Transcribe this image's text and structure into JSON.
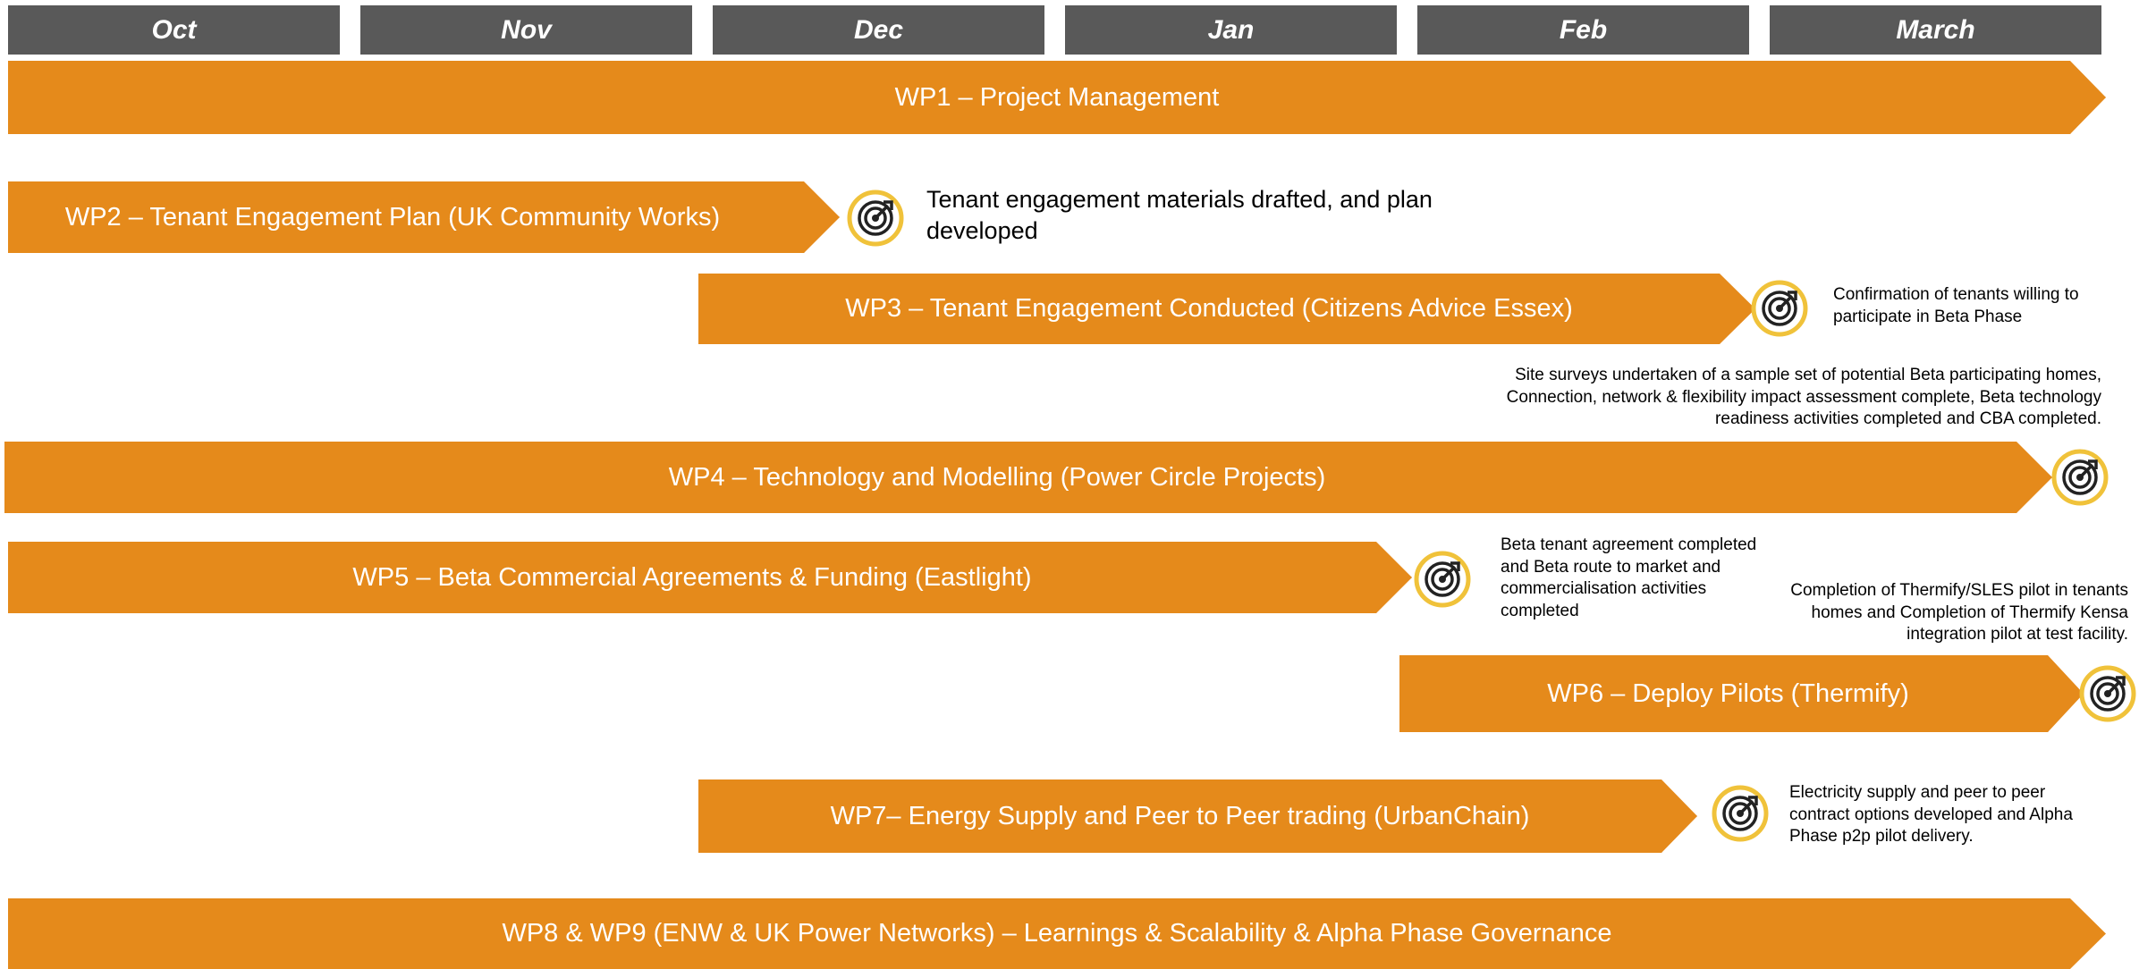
{
  "months": [
    "Oct",
    "Nov",
    "Dec",
    "Jan",
    "Feb",
    "March"
  ],
  "work_packages": {
    "wp1": "WP1 – Project Management",
    "wp2": "WP2 – Tenant Engagement Plan (UK Community Works)",
    "wp3": "WP3 – Tenant Engagement Conducted (Citizens Advice Essex)",
    "wp4": "WP4 – Technology and Modelling (Power Circle Projects)",
    "wp5": "WP5 – Beta Commercial Agreements & Funding (Eastlight)",
    "wp6": "WP6 – Deploy Pilots (Thermify)",
    "wp7": "WP7– Energy Supply and Peer to Peer trading (UrbanChain)",
    "wp8": "WP8 & WP9 (ENW & UK Power Networks) – Learnings & Scalability & Alpha Phase Governance"
  },
  "milestones": {
    "wp2": [
      "Tenant engagement materials drafted, and plan",
      "developed"
    ],
    "wp3": [
      "Confirmation of tenants willing to",
      "participate in Beta Phase"
    ],
    "wp4": [
      "Site surveys undertaken of a sample set of potential Beta participating homes,",
      "Connection, network & flexibility impact assessment complete, Beta technology",
      "readiness activities completed and CBA completed."
    ],
    "wp5": [
      "Beta tenant agreement completed",
      "and Beta route to market and",
      "commercialisation activities",
      "completed"
    ],
    "wp6": [
      "Completion of Thermify/SLES pilot in tenants",
      "homes and Completion of Thermify Kensa",
      "integration pilot at test facility."
    ],
    "wp7": [
      "Electricity supply and peer to peer",
      "contract options developed and Alpha",
      "Phase p2p pilot delivery."
    ]
  },
  "icons": {
    "milestone": "milestone-target-icon"
  },
  "colors": {
    "bar": "#e58a1b",
    "month_header": "#595959",
    "target_ring": "#f0c23a"
  }
}
